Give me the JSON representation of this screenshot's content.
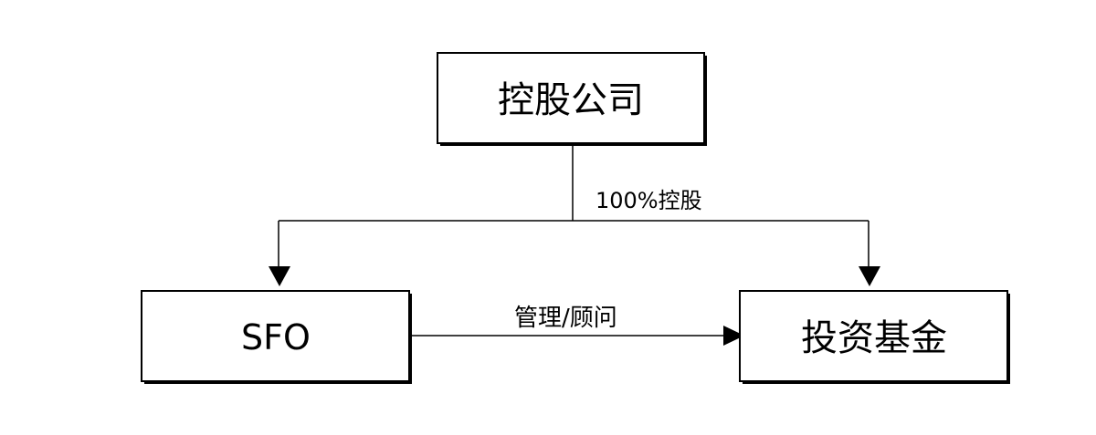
{
  "nodes": {
    "holding_company": {
      "label": "控股公司"
    },
    "sfo": {
      "label": "SFO"
    },
    "investment_fund": {
      "label": "投资基金"
    }
  },
  "edges": {
    "ownership": {
      "label": "100%控股"
    },
    "management": {
      "label": "管理/顾问"
    }
  },
  "colors": {
    "stroke": "#000000",
    "background": "#ffffff"
  }
}
